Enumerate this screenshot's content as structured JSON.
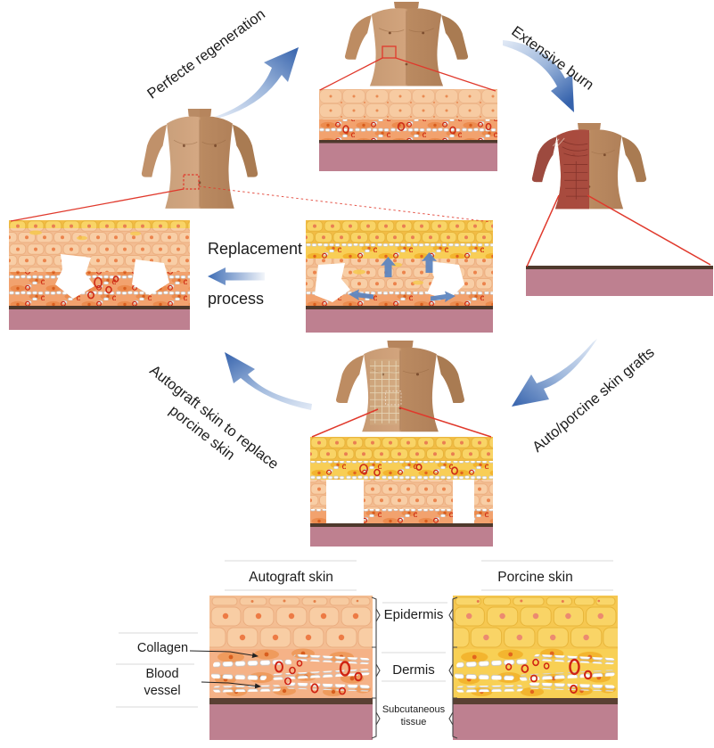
{
  "figure": {
    "cycle_labels": {
      "regeneration": "Perfecte regeneration",
      "burn": "Extensive burn",
      "grafts": "Auto/porcine skin grafts",
      "autograft_line1": "Autograft skin to replace",
      "autograft_line2": "porcine skin",
      "replacement_line1": "Replacement",
      "replacement_line2": "process"
    },
    "comparison": {
      "left_title": "Autograft skin",
      "right_title": "Porcine skin",
      "collagen_label": "Collagen",
      "blood_vessel_line1": "Blood",
      "blood_vessel_line2": "vessel",
      "layer_epidermis": "Epidermis",
      "layer_dermis": "Dermis",
      "layer_subcutaneous_line1": "Subcutaneous",
      "layer_subcutaneous_line2": "tissue"
    },
    "icons": {
      "curved_blue_arrows": "swoosh-arrow",
      "straight_blue_arrow": "left-arrow",
      "zoom_callout": "red-magnify-lines",
      "pointer_arrows": "black-label-arrow"
    },
    "colors": {
      "arrow_blue_dark": "#3A69B3",
      "arrow_blue_light": "#E2EAF6",
      "zoom_line_red": "#E0392C",
      "epidermis_peach": "#F8CDA4",
      "epidermis_gold": "#F9D466",
      "dermis_orange": "#F2A26E",
      "dermis_gold": "#F8CE56",
      "collagen_white": "#FFFFFF",
      "vessel_red": "#CE2B16",
      "subcutaneous_pink": "#BE8090",
      "subcutaneous_line_dark": "#5A4033",
      "skin_tone": "#C79A73",
      "burn_muscle_red": "#A6453A"
    }
  }
}
